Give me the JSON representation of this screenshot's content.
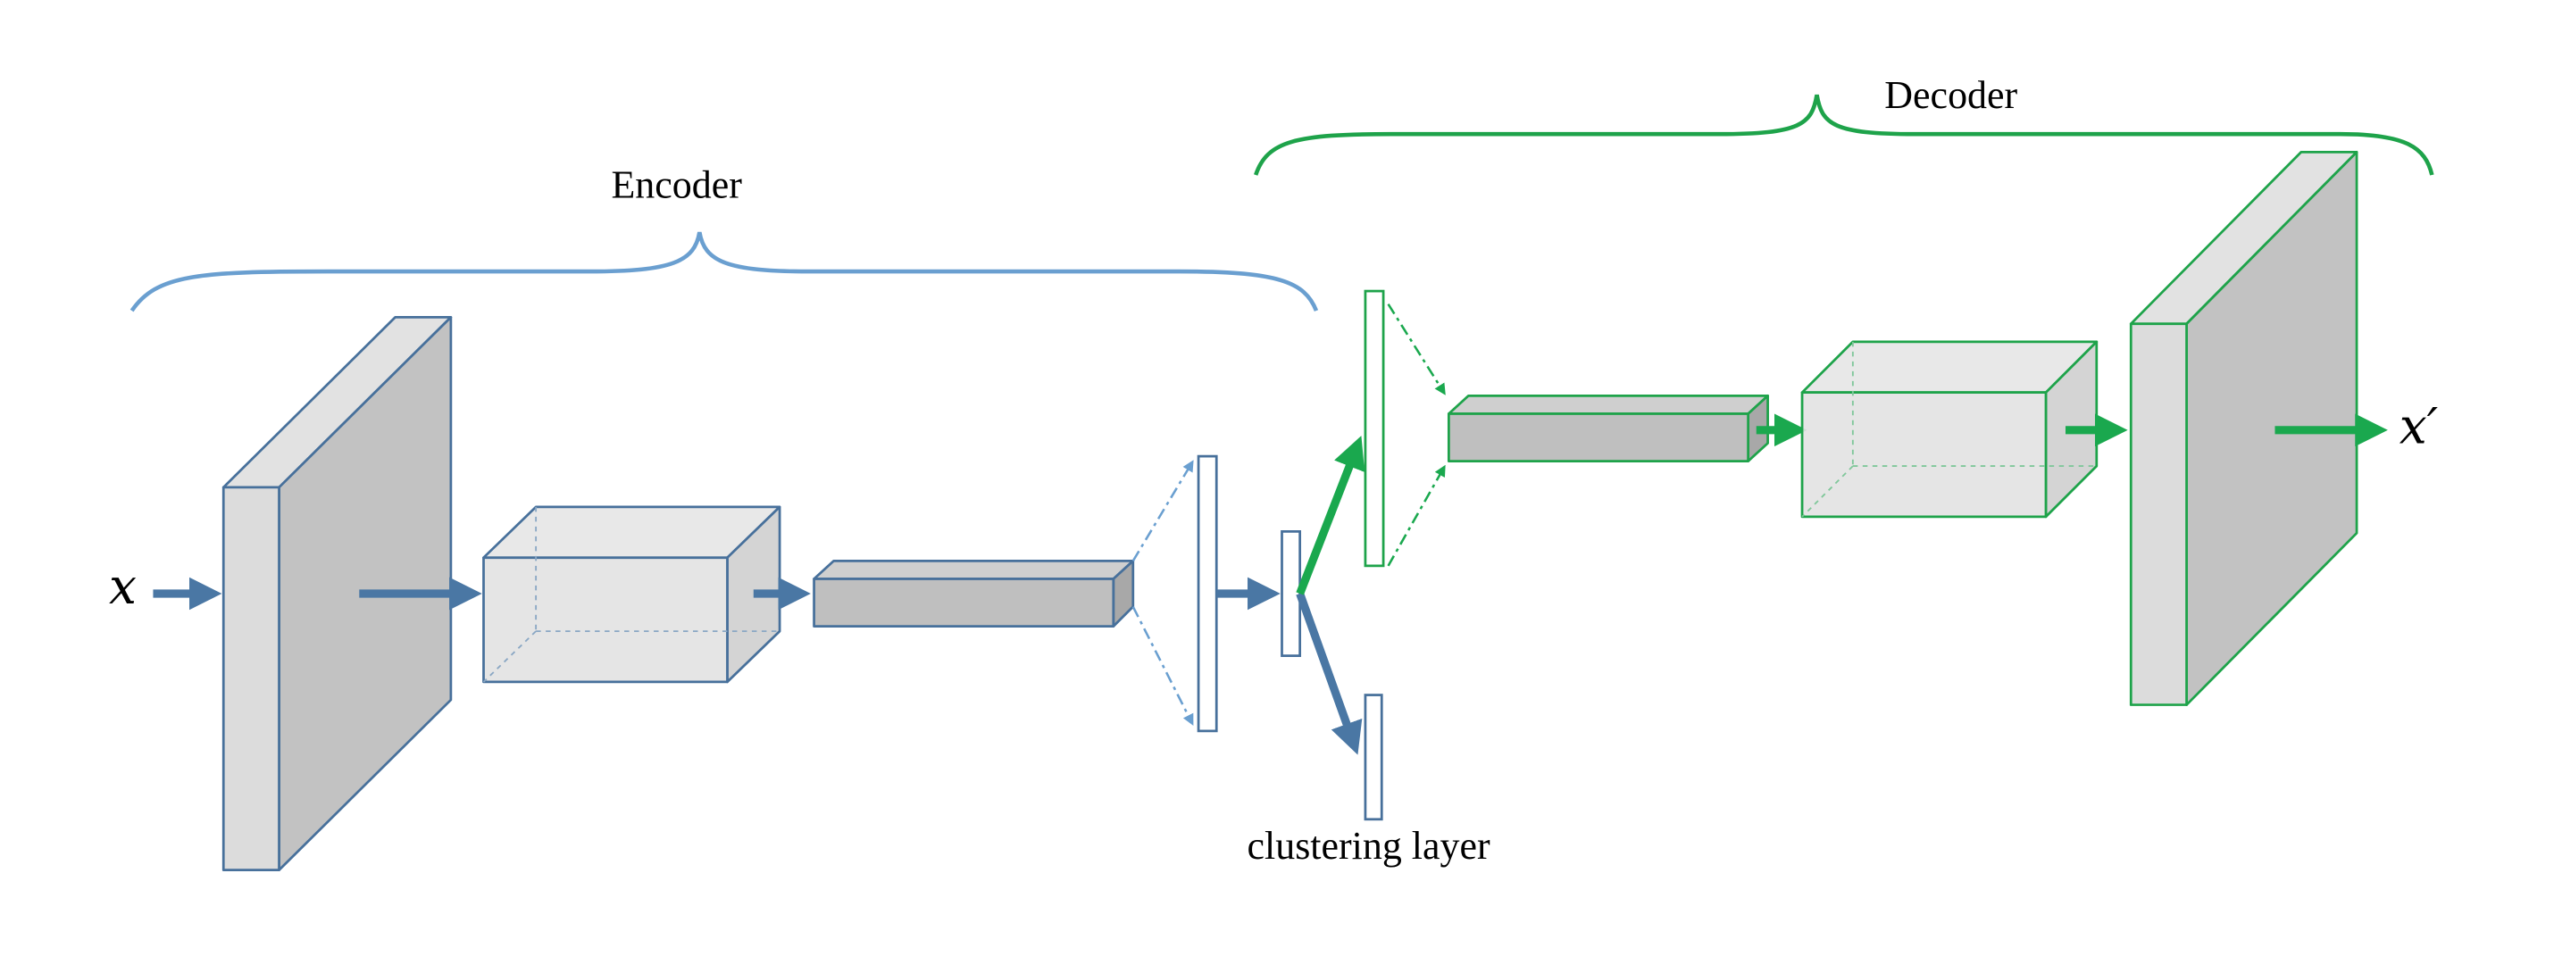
{
  "labels": {
    "encoder": "Encoder",
    "decoder": "Decoder",
    "input": "x",
    "output": "x′",
    "clustering": "clustering layer"
  },
  "colors": {
    "encoder_stroke": "#47709b",
    "encoder_brace": "#6a9fd0",
    "encoder_arrow": "#4a77a4",
    "decoder_stroke": "#1ea34a",
    "decoder_arrow": "#1aa84e",
    "face_light": "#e2e2e2",
    "face_mid": "#d0d0d0",
    "face_dark": "#c2c2c2"
  }
}
